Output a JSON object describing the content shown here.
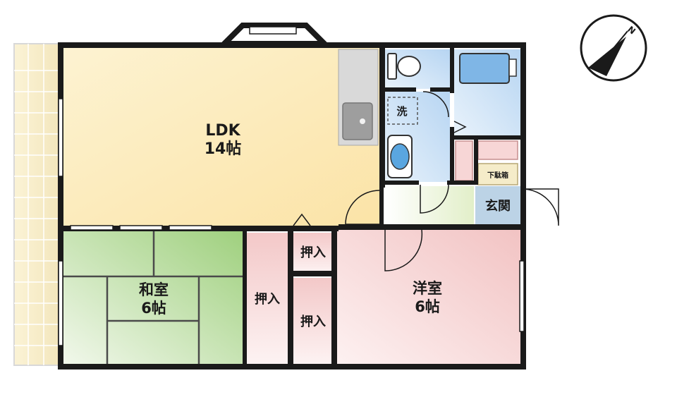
{
  "rooms": {
    "ldk": {
      "name": "LDK",
      "size": "14帖"
    },
    "washitsu": {
      "name": "和室",
      "size": "6帖"
    },
    "youshitsu": {
      "name": "洋室",
      "size": "6帖"
    },
    "oshiire_main": "押入",
    "oshiire_upper": "押入",
    "oshiire_lower": "押入",
    "genkan": "玄関",
    "shoebox": "下駄箱",
    "washer": "洗"
  },
  "compass": {
    "north_label": "N"
  },
  "colors": {
    "wall": "#1a1a1a",
    "ldk_fill": "#fbe9b5",
    "washitsu_fill": "#bfe0a6",
    "youshitsu_fill": "#f5cfcf",
    "wet_fill": "#cfe3f7",
    "balcony_fill": "#f8efcf"
  }
}
